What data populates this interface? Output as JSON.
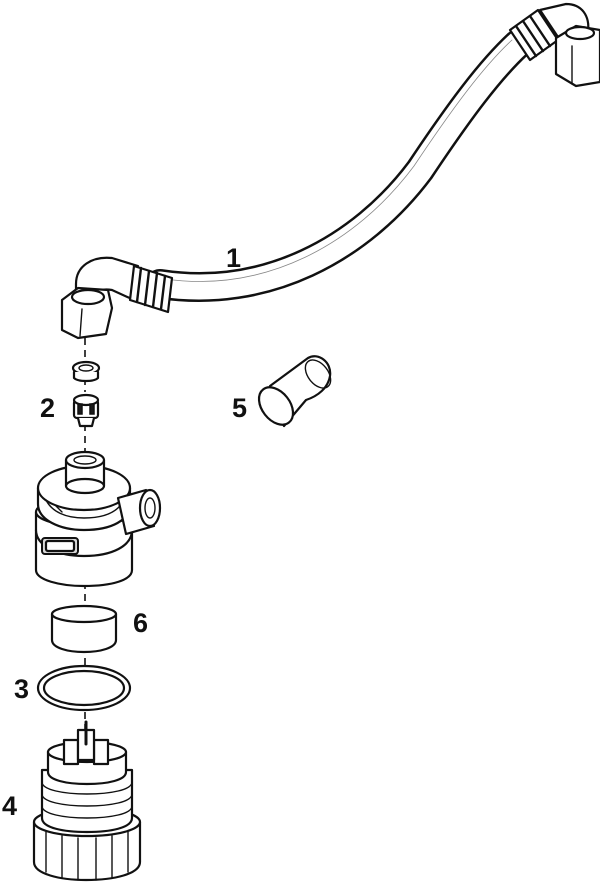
{
  "callouts": {
    "p1": "1",
    "p2": "2",
    "p3": "3",
    "p4": "4",
    "p5": "5",
    "p6": "6"
  }
}
